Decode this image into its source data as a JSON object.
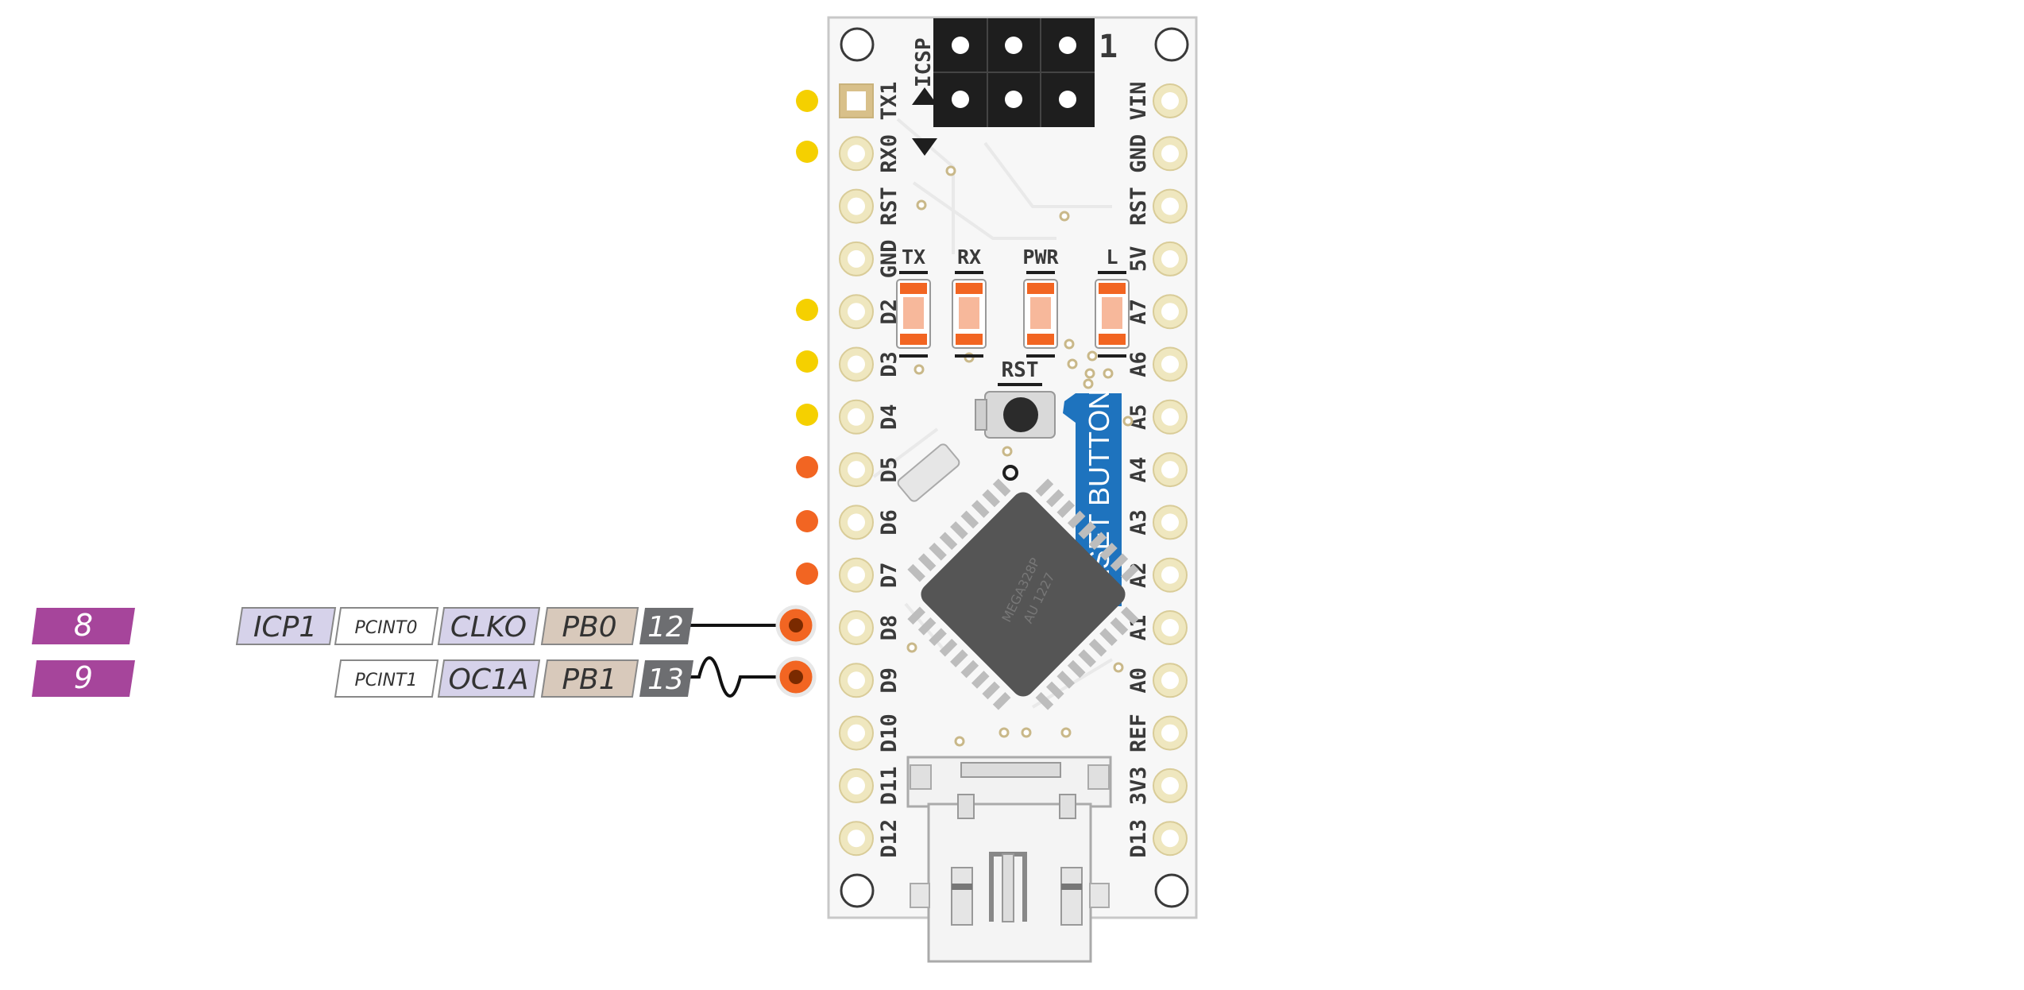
{
  "board": {
    "icsp_label": "ICSP",
    "icsp_pin1_label": "1",
    "left_pins": [
      "TX1",
      "RX0",
      "RST",
      "GND",
      "D2",
      "D3",
      "D4",
      "D5",
      "D6",
      "D7",
      "D8",
      "D9",
      "D10",
      "D11",
      "D12"
    ],
    "right_pins": [
      "VIN",
      "GND",
      "RST",
      "5V",
      "A7",
      "A6",
      "A5",
      "A4",
      "A3",
      "A2",
      "A1",
      "A0",
      "REF",
      "3V3",
      "D13"
    ],
    "leds": [
      "TX",
      "RX",
      "PWR",
      "L"
    ],
    "rst_label": "RST",
    "reset_callout": "RESET BUTTON",
    "chip_text": [
      "MEGA328P",
      "AU 1227"
    ],
    "colors": {
      "pcb": "#f7f7f7",
      "pad_ring": "#efe7bf",
      "header": "#1e1e1e",
      "led_body": "#f26522",
      "chip": "#555555",
      "callout": "#1e73be",
      "wire": "#111111",
      "pin_marker": "#f26522",
      "side_marker_yellow": "#f5d000",
      "side_marker_orange": "#f26522"
    }
  },
  "pins": [
    {
      "arduino_pin": "8",
      "port_number": "12",
      "port": "PB0",
      "alt": [
        "CLKO",
        "PCINT0",
        "ICP1"
      ],
      "board_label": "D8"
    },
    {
      "arduino_pin": "9",
      "port_number": "13",
      "port": "PB1",
      "alt": [
        "OC1A",
        "PCINT1"
      ],
      "board_label": "D9"
    }
  ],
  "tag_colors": {
    "arduino_pin": "#a6459b",
    "port_number": "#6d6e71",
    "port": "#d8c9bb",
    "function": "#d6d2ea",
    "pcint": "#ffffff"
  }
}
